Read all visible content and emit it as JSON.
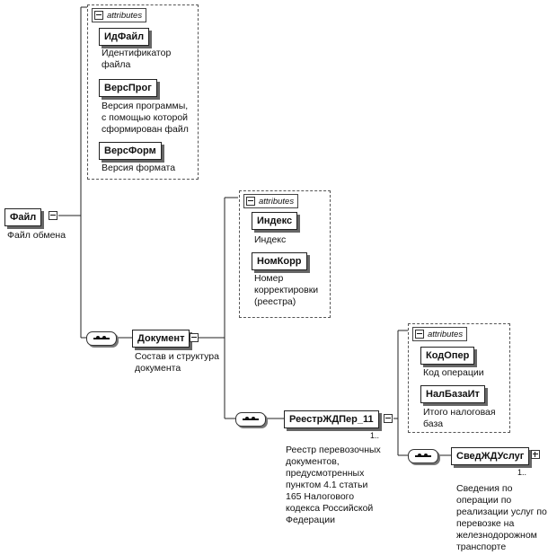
{
  "root": {
    "name": "Файл",
    "desc": "Файл обмена"
  },
  "file_attributes": {
    "header": "attributes",
    "items": [
      {
        "name": "ИдФайл",
        "desc": "Идентификатор\nфайла"
      },
      {
        "name": "ВерсПрог",
        "desc": "Версия программы,\nс помощью которой\nсформирован файл"
      },
      {
        "name": "ВерсФорм",
        "desc": "Версия формата"
      }
    ]
  },
  "document": {
    "name": "Документ",
    "desc": "Состав и структура\nдокумента"
  },
  "document_attributes": {
    "header": "attributes",
    "items": [
      {
        "name": "Индекс",
        "desc": "Индекс"
      },
      {
        "name": "НомКорр",
        "desc": "Номер\nкорректировки\n(реестра)"
      }
    ]
  },
  "registry": {
    "name": "РеестрЖДПер_11",
    "multiplicity": "1..",
    "desc": "Реестр перевозочных\nдокументов,\nпредусмотренных\nпунктом 4.1 статьи\n165 Налогового\nкодекса Российской\nФедерации"
  },
  "registry_attributes": {
    "header": "attributes",
    "items": [
      {
        "name": "КодОпер",
        "desc": "Код операции"
      },
      {
        "name": "НалБазаИт",
        "desc": "Итого налоговая\nбаза"
      }
    ]
  },
  "services": {
    "name": "СведЖДУслуг",
    "multiplicity": "1..",
    "desc": "Сведения по\nоперации по\nреализации услуг по\nперевозке на\nжелезнодорожном\nтранспорте"
  }
}
